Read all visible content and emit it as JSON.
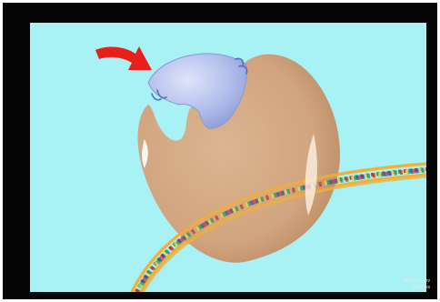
{
  "credit": {
    "code": "2013lllico-rev",
    "author": "P. Dircks"
  },
  "colors": {
    "frame": "#050505",
    "background": "#a8f2f6",
    "protein": "#d4a57c",
    "ligand": "#a9b6e6",
    "arrow": "#e8201a",
    "dna_backbone": "#f2b036",
    "dna_rungs": [
      "#d8332a",
      "#2f9a4f",
      "#2e4fa8",
      "#e8d84a"
    ]
  },
  "icons": {
    "arrow": "arrow-icon",
    "protein": "protein-shape",
    "ligand": "ligand-molecule",
    "dna": "dna-double-helix"
  }
}
